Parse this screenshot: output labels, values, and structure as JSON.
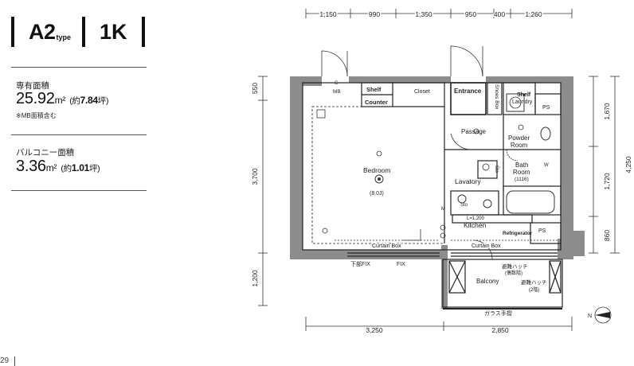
{
  "plan": {
    "type_label": "A2",
    "type_suffix": "type",
    "layout": "1K"
  },
  "exclusive_area": {
    "label": "専有面積",
    "value": "25.92",
    "unit": "m²",
    "tsubo_prefix": "(約",
    "tsubo_value": "7.84",
    "tsubo_suffix": "坪)",
    "note": "※MB面積含む"
  },
  "balcony_area": {
    "label": "バルコニー面積",
    "value": "3.36",
    "unit": "m²",
    "tsubo_prefix": "(約",
    "tsubo_value": "1.01",
    "tsubo_suffix": "坪)"
  },
  "dimensions": {
    "top": [
      "1,150",
      "990",
      "1,350",
      "950",
      "400",
      "1,260"
    ],
    "bottom": [
      "3,250",
      "2,850"
    ],
    "left": [
      "550",
      "3,700",
      "1,200"
    ],
    "right_inner": [
      "1,670",
      "1,720",
      "860"
    ],
    "right_outer": "4,250"
  },
  "rooms": {
    "shelf": "Shelf",
    "counter": "Counter",
    "closet": "Closet",
    "entrance": "Entrance",
    "shoes_box": "Shoes Box",
    "shelf2": "Shelf",
    "laundry": "Laundry",
    "passage": "Passage",
    "powder_room": "Powder",
    "powder_room2": "Room",
    "bath_room": "Bath",
    "bath_room2": "Room",
    "bath_size": "(1116)",
    "bedroom": "Bedroom",
    "bedroom_size": "(8.0J)",
    "lavatory": "Lavatory",
    "kitchen": "Kitchen",
    "kitchen_size": "L=1,200",
    "refrigerator": "Refrigerator",
    "curtain_box_1": "Curtain Box",
    "curtain_box_2": "Curtain Box",
    "balcony": "Balcony",
    "glass_railing": "ガラス手摺",
    "lower_fix": "下部FIX",
    "fix": "FIX",
    "evac_hatch": "避難ハッチ",
    "evac_hatch_sub": "(偶数階)",
    "evac_ladder": "避難ハッチ",
    "evac_ladder_sub": "(2階)",
    "mb": "MB",
    "g": "G",
    "ps1": "PS",
    "ps2": "PS",
    "wm": "W",
    "sto1": "Sto",
    "sto2": "Sto",
    "m": "M",
    "compass": "N"
  },
  "page": {
    "number": "29"
  }
}
